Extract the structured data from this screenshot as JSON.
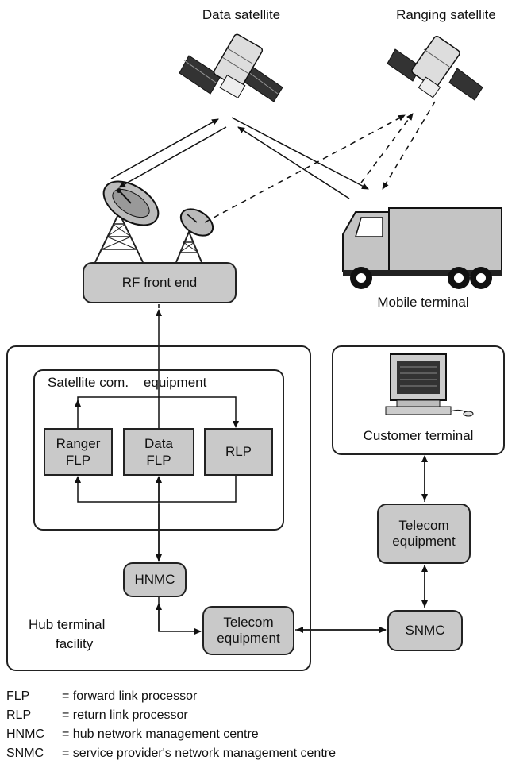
{
  "labels": {
    "data_satellite": "Data satellite",
    "ranging_satellite": "Ranging satellite",
    "mobile_terminal": "Mobile terminal",
    "satellite_equipment": "Satellite com.    equipment",
    "hub_facility_line1": "Hub terminal",
    "hub_facility_line2": "facility",
    "customer_terminal": "Customer terminal"
  },
  "boxes": {
    "rf_front_end": "RF front end",
    "ranger_flp_line1": "Ranger",
    "ranger_flp_line2": "FLP",
    "data_flp_line1": "Data",
    "data_flp_line2": "FLP",
    "rlp": "RLP",
    "hnmc": "HNMC",
    "hub_telecom_line1": "Telecom",
    "hub_telecom_line2": "equipment",
    "cust_telecom_line1": "Telecom",
    "cust_telecom_line2": "equipment",
    "snmc": "SNMC"
  },
  "legend": [
    {
      "key": "FLP",
      "value": "= forward link processor"
    },
    {
      "key": "RLP",
      "value": "= return link processor"
    },
    {
      "key": "HNMC",
      "value": "= hub network management centre"
    },
    {
      "key": "SNMC",
      "value": "= service provider's network management centre"
    }
  ]
}
